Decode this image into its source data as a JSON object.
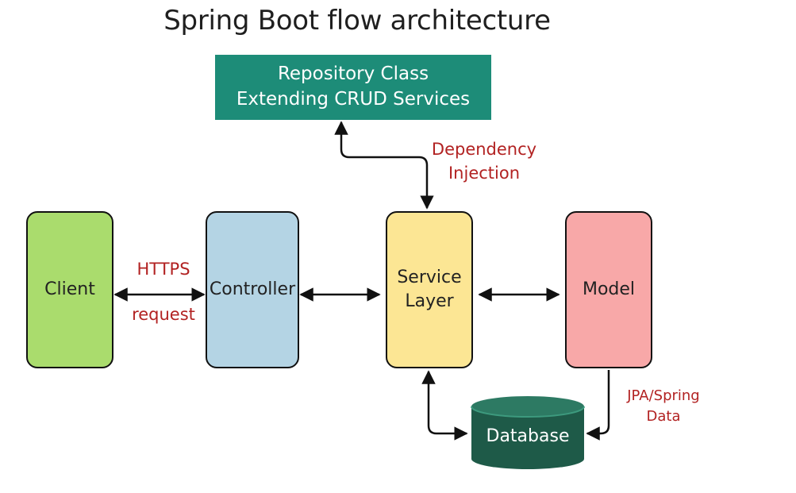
{
  "title": "Spring Boot flow architecture",
  "nodes": {
    "repository": "Repository Class Extending CRUD Services",
    "client": "Client",
    "controller": "Controller",
    "service_line1": "Service",
    "service_line2": "Layer",
    "model": "Model",
    "database": "Database"
  },
  "edge_labels": {
    "https": "HTTPS",
    "request": "request",
    "dependency_line1": "Dependency",
    "dependency_line2": "Injection",
    "jpa_line1": "JPA/Spring",
    "jpa_line2": "Data"
  },
  "colors": {
    "client": "#aadc6d",
    "controller": "#b4d4e4",
    "service": "#fce694",
    "model": "#f8a8a8",
    "repository": "#1d8c78",
    "database": "#1e5a48",
    "label": "#b22222"
  }
}
